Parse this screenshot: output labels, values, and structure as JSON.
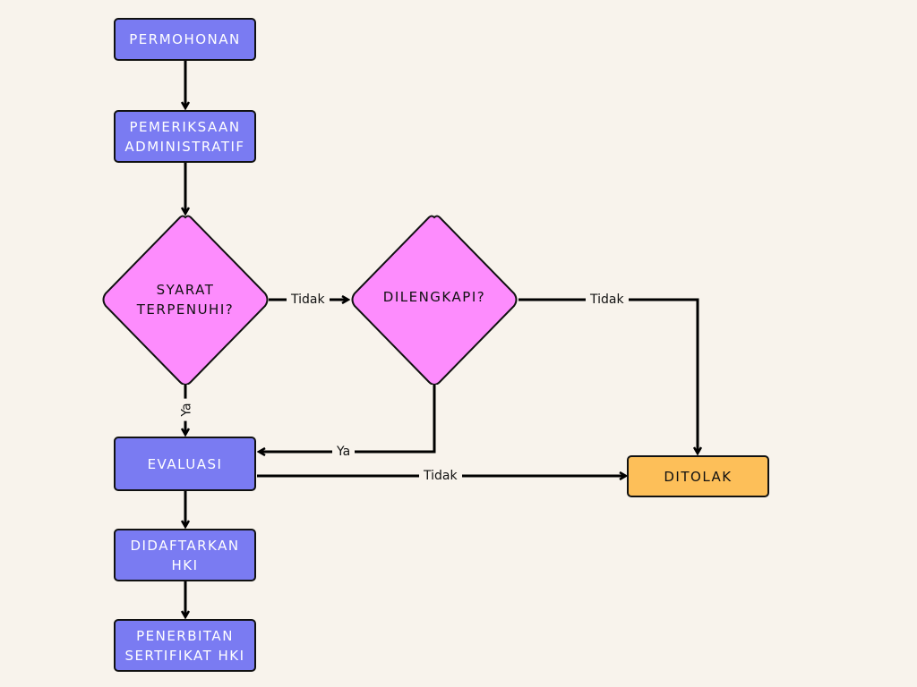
{
  "colors": {
    "background": "#f8f3ec",
    "process": "#7a7bf2",
    "decision": "#fd8cfd",
    "rejected": "#fdbf59",
    "line": "#000000"
  },
  "nodes": {
    "permohonan": "PERMOHONAN",
    "pemeriksaan": "PEMERIKSAAN ADMINISTRATIF",
    "syarat": "SYARAT TERPENUHI?",
    "dilengkapi": "DILENGKAPI?",
    "evaluasi": "EVALUASI",
    "ditolak": "DITOLAK",
    "didaftarkan": "DIDAFTARKAN HKI",
    "penerbitan": "PENERBITAN SERTIFIKAT HKI"
  },
  "edges": {
    "syarat_to_dilengkapi": "Tidak",
    "syarat_to_evaluasi": "Ya",
    "dilengkapi_to_evaluasi": "Ya",
    "dilengkapi_to_ditolak": "Tidak",
    "evaluasi_to_ditolak": "Tidak"
  }
}
